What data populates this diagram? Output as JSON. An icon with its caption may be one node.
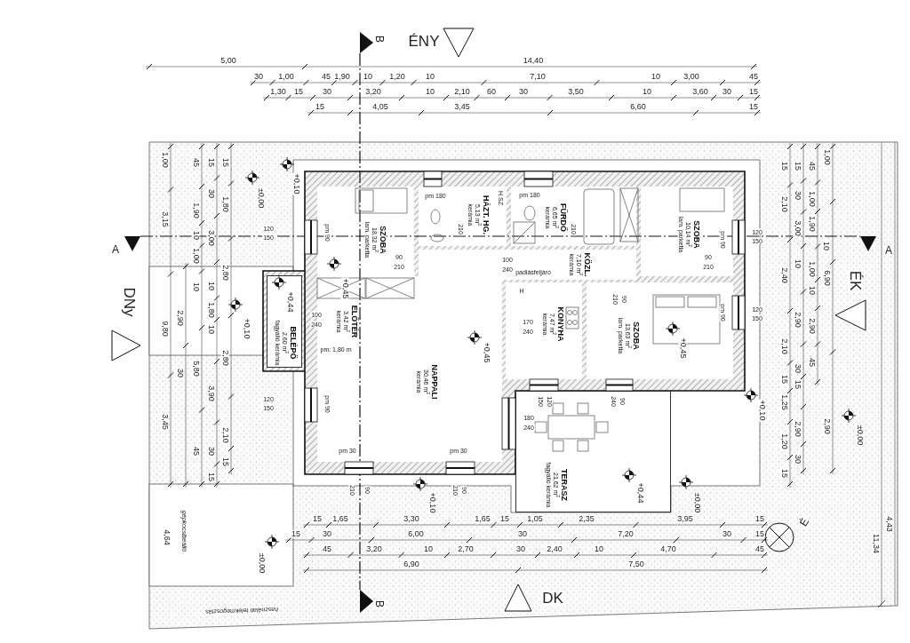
{
  "diagram": {
    "nodes": [
      {
        "text": [
          "SZOBA",
          "18,32 m$^{2}$",
          "lam. parketta"
        ]
      },
      {
        "text": [
          "HÁZT. HG.",
          "5,13 m$^{2}$",
          "kerámia"
        ]
      },
      {
        "text": [
          "FÜRDŐ",
          "6,65 m$^{2}$",
          "kerámia"
        ]
      },
      {
        "text": [
          "KÖZL.",
          "7,10 m$^{2}$",
          "kerámia"
        ]
      },
      {
        "text": [
          "SZOBA",
          "10,14 m$^{2}$",
          "lam. parketta"
        ]
      },
      {
        "text": [
          "ELŐTÉR",
          "3,42 m$^{2}$",
          "kerámia"
        ]
      },
      {
        "text": [
          "BELÉPŐ",
          "2,60 m$^{2}$",
          "fagyálló kerámia"
        ]
      },
      {
        "text": [
          "KONYHA",
          "7,47 m$^{2}$",
          "kerámia"
        ]
      },
      {
        "text": [
          "SZOBA",
          "13,63 m$^{2}$",
          "lam. parketta"
        ]
      },
      {
        "text": [
          "NAPPALI",
          "30,46 m$^{2}$",
          "kerámia"
        ]
      },
      {
        "text": [
          "TERASZ",
          "21,62 m$^{2}$",
          "fagyálló kerámia"
        ]
      }
    ],
    "labels": [
      "B",
      "ÉNY",
      "5,00",
      "14,40",
      "30",
      "1,00",
      "45",
      "1,90",
      "10",
      "1,20",
      "10",
      "7,10",
      "10",
      "3,00",
      "45",
      "1,30",
      "15",
      "30",
      "3,20",
      "10",
      "2,10",
      "60",
      "30",
      "3,50",
      "10",
      "3,60",
      "30",
      "15",
      "15",
      "4,05",
      "3,45",
      "6,60",
      "15",
      "1,00",
      "3,15",
      "9,80",
      "3,45",
      "2,90",
      "30",
      "45",
      "1,90",
      "10",
      "1,00",
      "10",
      "5,80",
      "45",
      "15",
      "30",
      "3,00",
      "10",
      "1,80",
      "10",
      "3,90",
      "30",
      "15",
      "15",
      "1,80",
      "2,80",
      "2,80",
      "2,10",
      "15",
      "A",
      "DNy",
      "15",
      "2,10",
      "2,40",
      "2,10",
      "15",
      "1,25",
      "1,20",
      "15",
      "15",
      "30",
      "3,00",
      "10",
      "2,90",
      "30",
      "15",
      "2,90",
      "30",
      "45",
      "1,00",
      "1,90",
      "1,00",
      "10",
      "2,90",
      "45",
      "1,00",
      "10",
      "6,90",
      "2,90",
      "A",
      "ÉK",
      "4,64",
      "gépkocsibeálló",
      "15",
      "1,65",
      "3,30",
      "1,65",
      "15",
      "1,05",
      "2,35",
      "3,95",
      "15",
      "15",
      "30",
      "6,00",
      "30",
      "7,20",
      "30",
      "15",
      "45",
      "3,20",
      "10",
      "2,70",
      "30",
      "2,40",
      "10",
      "4,70",
      "45",
      "6,90",
      "7,50",
      "4,43",
      "11,34",
      "É",
      "B",
      "DK",
      "használati telekmegosztás",
      "±0,00",
      "+0,10",
      "+0,45",
      "+0,44",
      "+0,10",
      "+0,45",
      "+0,45",
      "+0,10",
      "±0,00",
      "+0,10",
      "+0,44",
      "±0,00",
      "±0,00",
      "120",
      "150",
      "120",
      "150",
      "120",
      "150",
      "120",
      "150",
      "pm 90",
      "pm 90",
      "pm 90",
      "pm 90",
      "pm 180",
      "pm 180",
      "H.SZ.",
      "210",
      "210",
      "90",
      "210",
      "90",
      "210",
      "100",
      "240",
      "padlásfeljáró",
      "100",
      "240",
      "pm: 1,80 m",
      "H",
      "170",
      "240",
      "210",
      "90",
      "150",
      "120",
      "240",
      "90",
      "180",
      "240",
      "pm 30",
      "pm 30",
      "210",
      "90",
      "210",
      "90"
    ]
  }
}
